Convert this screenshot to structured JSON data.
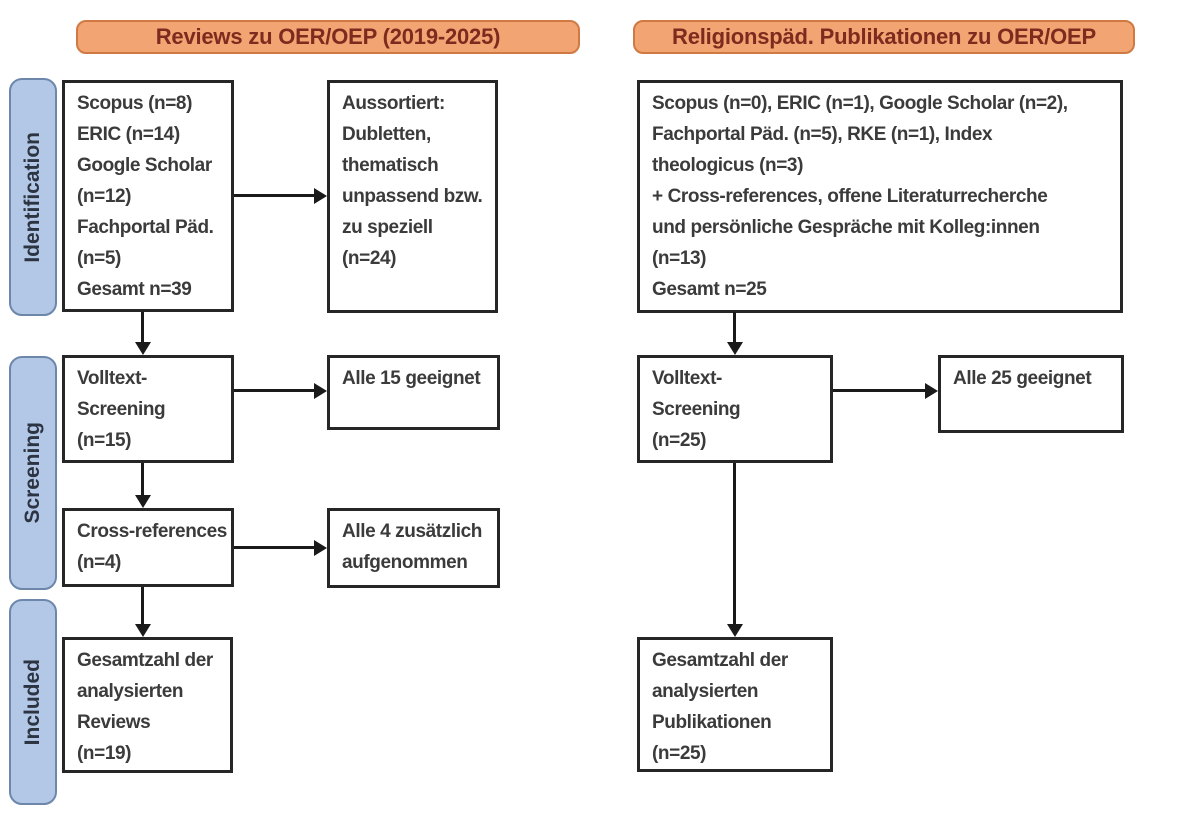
{
  "colors": {
    "header_fill": "#f2a472",
    "header_border": "#cf7a43",
    "header_text": "#7d2b1e",
    "stage_fill": "#b3c7e6",
    "stage_border": "#6d87ab",
    "stage_text": "#2c3442",
    "box_border": "#262626",
    "box_text": "#3b3b3b",
    "arrow": "#1a1a1a",
    "background": "#ffffff"
  },
  "headers": {
    "left": "Reviews zu OER/OEP (2019-2025)",
    "right": "Religionspäd. Publikationen zu OER/OEP"
  },
  "stages": {
    "identification": "Identification",
    "screening": "Screening",
    "included": "Included"
  },
  "boxes": {
    "left_sources": {
      "lines": [
        "Scopus (n=8)",
        "ERIC (n=14)",
        "Google Scholar",
        "(n=12)",
        "Fachportal Päd.",
        "(n=5)",
        "Gesamt n=39"
      ]
    },
    "left_excluded": {
      "lines": [
        "Aussortiert:",
        "Dubletten,",
        "thematisch",
        "unpassend bzw.",
        "zu speziell",
        "(n=24)"
      ]
    },
    "left_fulltext": {
      "lines": [
        "Volltext-",
        "Screening",
        "(n=15)"
      ]
    },
    "left_fulltext_result": {
      "lines": [
        "Alle 15 geeignet"
      ]
    },
    "left_crossref": {
      "lines": [
        "Cross-references",
        "(n=4)"
      ]
    },
    "left_crossref_result": {
      "lines": [
        "Alle 4 zusätzlich",
        "aufgenommen"
      ]
    },
    "left_included": {
      "lines": [
        "Gesamtzahl der",
        "analysierten",
        "Reviews",
        "(n=19)"
      ]
    },
    "right_sources": {
      "lines": [
        "Scopus (n=0), ERIC (n=1), Google Scholar (n=2),",
        "Fachportal Päd. (n=5), RKE (n=1), Index",
        "theologicus (n=3)",
        "+ Cross-references, offene Literaturrecherche",
        "und persönliche Gespräche mit Kolleg:innen",
        "(n=13)",
        "Gesamt n=25"
      ]
    },
    "right_fulltext": {
      "lines": [
        "Volltext-",
        "Screening",
        "(n=25)"
      ]
    },
    "right_fulltext_result": {
      "lines": [
        "Alle 25 geeignet"
      ]
    },
    "right_included": {
      "lines": [
        "Gesamtzahl der",
        "analysierten",
        "Publikationen",
        "(n=25)"
      ]
    }
  }
}
